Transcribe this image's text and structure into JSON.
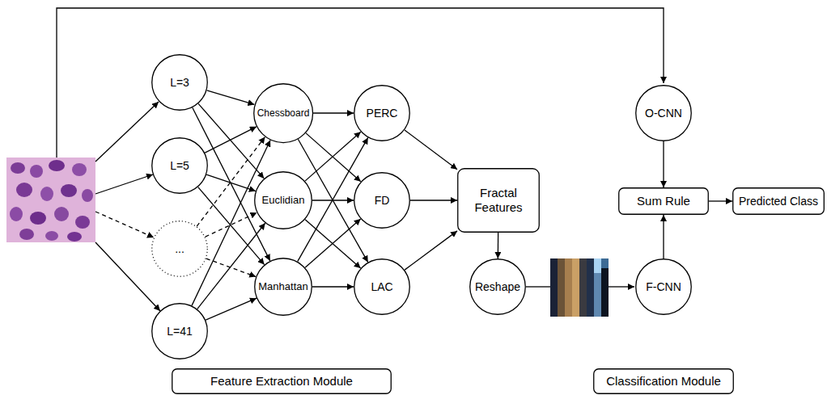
{
  "diagram": {
    "nodes": [
      {
        "text": [
          "L=3"
        ]
      },
      {
        "text": [
          "L=5"
        ]
      },
      {
        "text": [
          "..."
        ]
      },
      {
        "text": [
          "L=41"
        ]
      },
      {
        "text": [
          "Chessboard"
        ]
      },
      {
        "text": [
          "Euclidian"
        ]
      },
      {
        "text": [
          "Manhattan"
        ]
      },
      {
        "text": [
          "PERC"
        ]
      },
      {
        "text": [
          "FD"
        ]
      },
      {
        "text": [
          "LAC"
        ]
      },
      {
        "text": [
          "Fractal Features"
        ]
      },
      {
        "text": [
          "Reshape"
        ]
      },
      {
        "text": [
          "O-CNN"
        ]
      },
      {
        "text": [
          "Sum Rule"
        ]
      },
      {
        "text": [
          "Predicted Class"
        ]
      },
      {
        "text": [
          "F-CNN"
        ]
      },
      {
        "text": [
          "Feature Extraction Module"
        ]
      },
      {
        "text": [
          "Classification Module"
        ]
      }
    ],
    "edges": [
      {
        "from": 0,
        "to": 4,
        "arrow": "to"
      },
      {
        "from": 0,
        "to": 5,
        "arrow": "to"
      },
      {
        "from": 0,
        "to": 6,
        "arrow": "to"
      },
      {
        "from": 1,
        "to": 4,
        "arrow": "to"
      },
      {
        "from": 1,
        "to": 5,
        "arrow": "to"
      },
      {
        "from": 1,
        "to": 6,
        "arrow": "to"
      },
      {
        "from": 2,
        "to": 4,
        "arrow": "to"
      },
      {
        "from": 2,
        "to": 5,
        "arrow": "to"
      },
      {
        "from": 2,
        "to": 6,
        "arrow": "to"
      },
      {
        "from": 3,
        "to": 4,
        "arrow": "to"
      },
      {
        "from": 3,
        "to": 5,
        "arrow": "to"
      },
      {
        "from": 3,
        "to": 6,
        "arrow": "to"
      },
      {
        "from": 4,
        "to": 7,
        "arrow": "to"
      },
      {
        "from": 4,
        "to": 8,
        "arrow": "to"
      },
      {
        "from": 4,
        "to": 9,
        "arrow": "to"
      },
      {
        "from": 5,
        "to": 7,
        "arrow": "to"
      },
      {
        "from": 5,
        "to": 8,
        "arrow": "to"
      },
      {
        "from": 5,
        "to": 9,
        "arrow": "to"
      },
      {
        "from": 6,
        "to": 7,
        "arrow": "to"
      },
      {
        "from": 6,
        "to": 8,
        "arrow": "to"
      },
      {
        "from": 6,
        "to": 9,
        "arrow": "to"
      },
      {
        "from": 7,
        "to": 10,
        "arrow": "to"
      },
      {
        "from": 8,
        "to": 10,
        "arrow": "to"
      },
      {
        "from": 9,
        "to": 10,
        "arrow": "to"
      },
      {
        "from": 10,
        "to": 11,
        "arrow": "to"
      },
      {
        "from": 12,
        "to": 13,
        "arrow": "to"
      },
      {
        "from": 15,
        "to": 13,
        "arrow": "to"
      },
      {
        "from": 13,
        "to": 14,
        "arrow": "to"
      }
    ]
  }
}
